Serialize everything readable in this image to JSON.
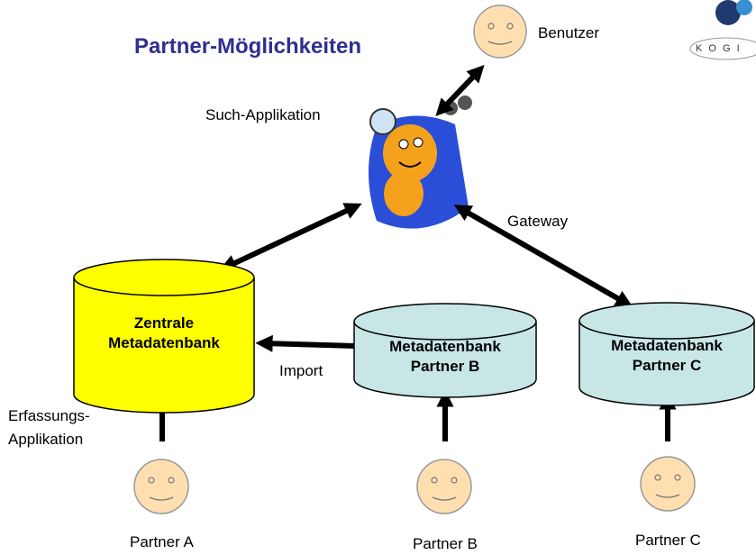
{
  "title": "Partner-Möglichkeiten",
  "labels": {
    "benutzer": "Benutzer",
    "such_applikation": "Such-Applikation",
    "gateway": "Gateway",
    "import": "Import",
    "erfassungs_line1": "Erfassungs-",
    "erfassungs_line2": "Applikation",
    "partner_a": "Partner A",
    "partner_b": "Partner B",
    "partner_c": "Partner C"
  },
  "databases": {
    "zentrale": {
      "line1": "Zentrale",
      "line2": "Metadatenbank",
      "color": "#ffff00"
    },
    "partner_b": {
      "line1": "Metadatenbank",
      "line2": "Partner B",
      "color": "#c8e6e6"
    },
    "partner_c": {
      "line1": "Metadatenbank",
      "line2": "Partner C",
      "color": "#c8e6e6"
    }
  },
  "logo": {
    "text": "K O G I"
  },
  "colors": {
    "face": "#ffdfb0",
    "title": "#2f2f8f"
  }
}
